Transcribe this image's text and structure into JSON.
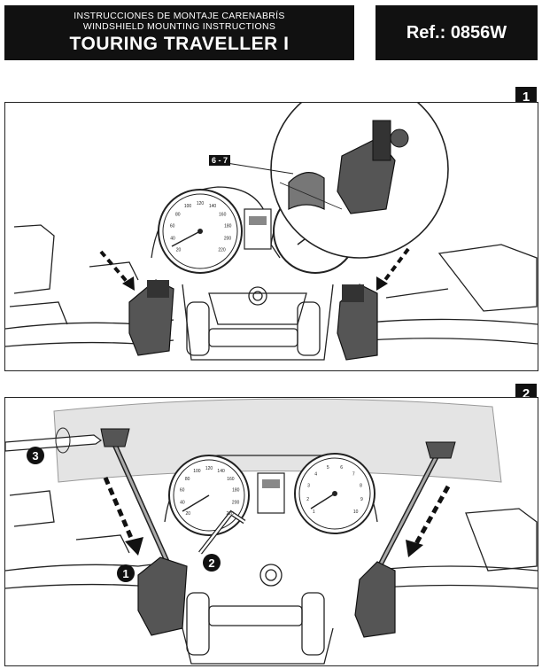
{
  "header": {
    "line1": "INSTRUCCIONES DE MONTAJE CARENABRÍS",
    "line2": "WINDSHIELD MOUNTING INSTRUCTIONS",
    "model": "TOURING TRAVELLER I",
    "ref": "Ref.: 0856W"
  },
  "steps": [
    {
      "number": "1",
      "callouts": [
        "6 - 7"
      ]
    },
    {
      "number": "2",
      "callouts": [
        "1",
        "2",
        "3"
      ]
    }
  ],
  "gauges": {
    "speedo_ticks": [
      "20",
      "40",
      "60",
      "80",
      "100",
      "120",
      "140",
      "160",
      "180",
      "200",
      "220"
    ],
    "tacho_ticks": [
      "1",
      "2",
      "3",
      "4",
      "5",
      "6",
      "7",
      "8",
      "9",
      "10"
    ]
  }
}
